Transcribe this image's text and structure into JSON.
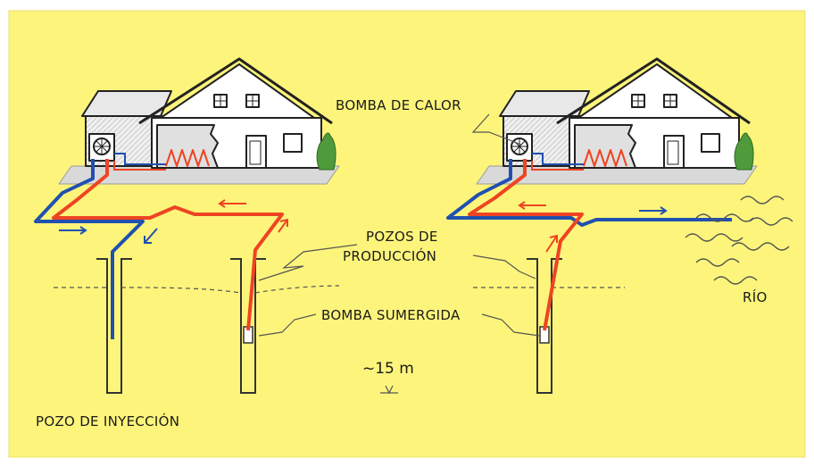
{
  "labels": {
    "heat_pump": "BOMBA DE CALOR",
    "production_wells_line1": "POZOS DE",
    "production_wells_line2": "PRODUCCIÓN",
    "submersible_pump": "BOMBA SUMERGIDA",
    "depth": "~15 m",
    "injection_well": "POZO DE INYECCIÓN",
    "river": "RÍO"
  },
  "colors": {
    "background": "#fdf57b",
    "cold_pipe": "#2050b0",
    "hot_pipe": "#ee4422",
    "house_outline": "#222222",
    "house_fill": "#ffffff",
    "ground": "#d9d9d9",
    "shrub": "#4f9a3a"
  },
  "icons": {
    "heat_pump_unit": "fan-icon",
    "flow_arrows": "arrow-icon",
    "river_waves": "wave-icon"
  }
}
